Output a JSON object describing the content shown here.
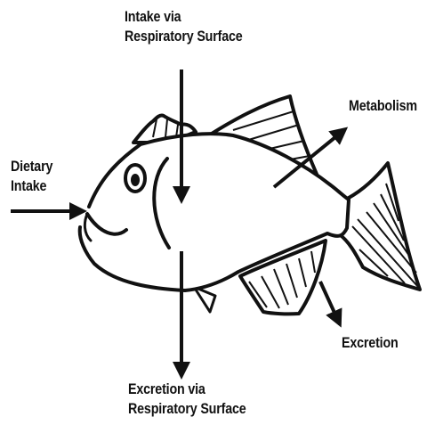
{
  "diagram": {
    "labels": {
      "intake_respiratory": [
        "Intake via",
        "Respiratory Surface"
      ],
      "metabolism": [
        "Metabolism"
      ],
      "dietary_intake": [
        "Dietary",
        "Intake"
      ],
      "excretion": [
        "Excretion"
      ],
      "excretion_respiratory": [
        "Excretion via",
        "Respiratory Surface"
      ]
    },
    "colors": {
      "stroke": "#111111",
      "background": "#ffffff"
    },
    "icons": {
      "fish": "fish-illustration-icon"
    }
  }
}
